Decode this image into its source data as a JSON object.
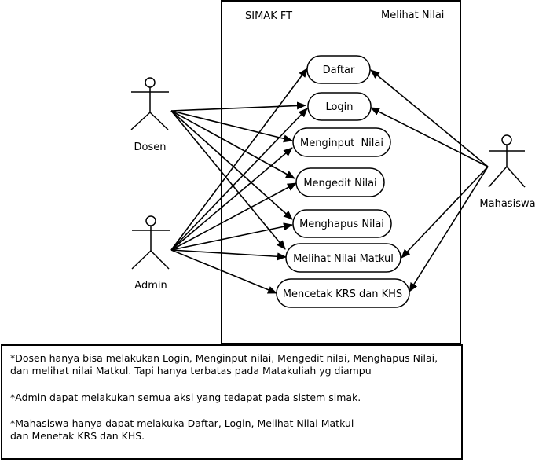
{
  "system": {
    "name": "SIMAK FT",
    "title": "Melihat Nilai"
  },
  "actors": {
    "dosen": "Dosen",
    "admin": "Admin",
    "mahasiswa": "Mahasiswa"
  },
  "use_cases": [
    "Daftar",
    "Login",
    "Menginput  Nilai",
    "Mengedit Nilai",
    "Menghapus Nilai",
    "Melihat Nilai Matkul",
    "Mencetak KRS dan KHS"
  ],
  "associations": {
    "dosen": [
      1,
      2,
      3,
      4,
      5
    ],
    "admin": [
      0,
      1,
      2,
      3,
      4,
      5,
      6
    ],
    "mahasiswa": [
      0,
      1,
      5,
      6
    ]
  },
  "notes": {
    "dosen_line1": "*Dosen hanya bisa melakukan Login, Menginput nilai, Mengedit nilai, Menghapus Nilai,",
    "dosen_line2": "dan melihat nilai Matkul. Tapi hanya terbatas pada Matakuliah yg diampu",
    "admin_line1": "*Admin dapat melakukan semua aksi yang tedapat pada sistem simak.",
    "mahasiswa_line1": "*Mahasiswa hanya dapat melakuka Daftar, Login, Melihat Nilai Matkul",
    "mahasiswa_line2": "dan Menetak KRS dan KHS."
  }
}
